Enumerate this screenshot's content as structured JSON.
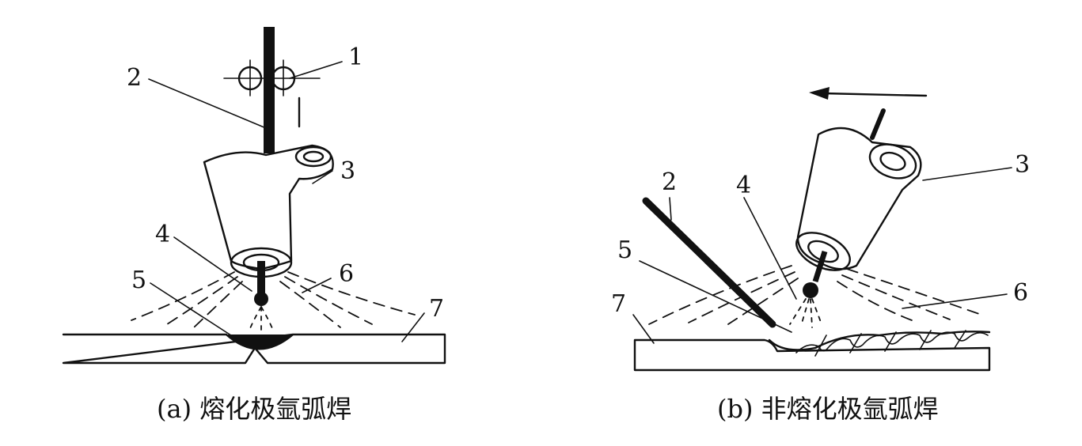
{
  "diagram_a": {
    "labels": {
      "l1": "1",
      "l2": "2",
      "l3": "3",
      "l4": "4",
      "l5": "5",
      "l6": "6",
      "l7": "7"
    },
    "caption": "(a) 熔化极氩弧焊"
  },
  "diagram_b": {
    "labels": {
      "l2": "2",
      "l3": "3",
      "l4": "4",
      "l5": "5",
      "l6": "6",
      "l7": "7"
    },
    "caption": "(b) 非熔化极氩弧焊",
    "arrow_direction": "left"
  }
}
